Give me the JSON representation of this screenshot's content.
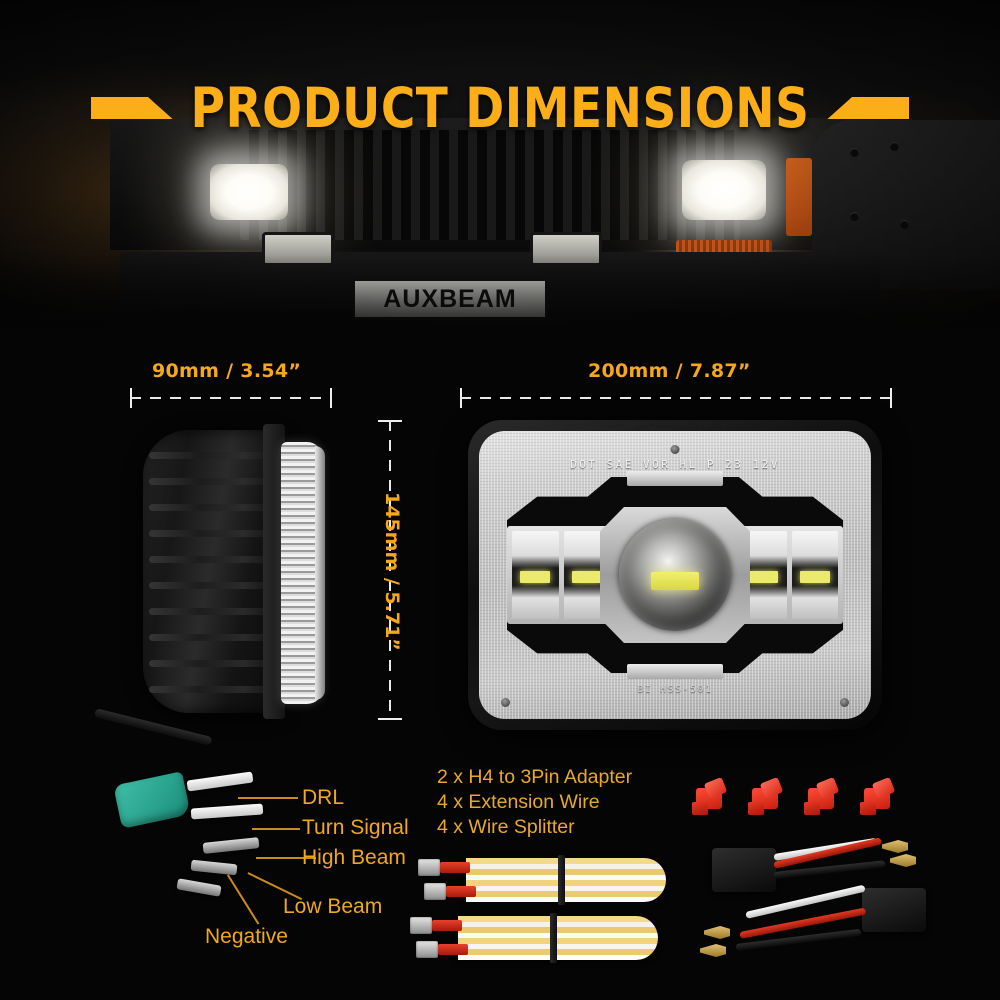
{
  "title": {
    "text": "PRODUCT DIMENSIONS",
    "accent_color": "#FBAE17"
  },
  "photo": {
    "brand_plate": "AUXBEAM",
    "description": "jeep-front-with-headlights-on"
  },
  "dimensions": {
    "width_side": "90mm / 3.54”",
    "width_front": "200mm / 7.87”",
    "height": "145mm / 5.71”"
  },
  "lens_markings": {
    "top": "DOT SAE VOR HL P 23 12V",
    "bottom": "BI HSS-501"
  },
  "wire_callouts": [
    {
      "label": "DRL"
    },
    {
      "label": "Turn Signal"
    },
    {
      "label": "High Beam"
    },
    {
      "label": "Low Beam"
    },
    {
      "label": "Negative"
    }
  ],
  "accessories": [
    "2 x H4 to 3Pin Adapter",
    "4 x Extension Wire",
    "4 x Wire Splitter"
  ],
  "colors": {
    "accent_yellow": "#FBAE17",
    "label_gold": "#F0A81E",
    "splitter_red": "#e8402a",
    "background": "#050505"
  }
}
